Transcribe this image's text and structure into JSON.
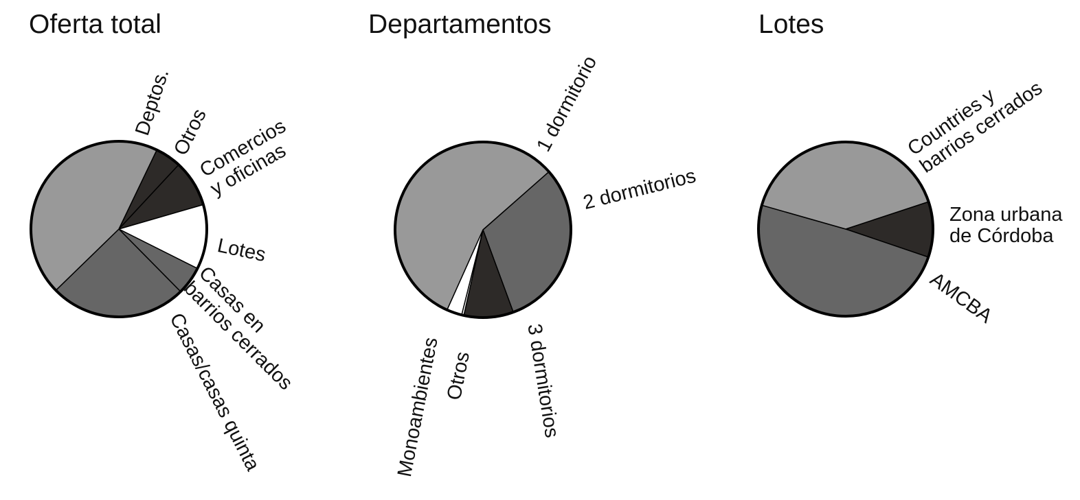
{
  "chart_data": [
    {
      "type": "pie",
      "title": "Oferta total",
      "slices": [
        {
          "label": "Otros",
          "value": 4.8,
          "color": "#2d2a28"
        },
        {
          "label": "Comercios\ny oficinas",
          "value": 8.6,
          "color": "#2d2a28"
        },
        {
          "label": "Lotes",
          "value": 11.9,
          "color": "#ffffff"
        },
        {
          "label": "Casas en\nbarrios cerrados",
          "value": 5.2,
          "color": "#666666"
        },
        {
          "label": "Casas/casas quinta",
          "value": 25.1,
          "color": "#666666"
        },
        {
          "label": "Deptos.",
          "value": 44.4,
          "color": "#999999"
        }
      ],
      "start_angle_deg": 25.6
    },
    {
      "type": "pie",
      "title": "Departamentos",
      "slices": [
        {
          "label": "2 dormitorios",
          "value": 30.9,
          "color": "#666666"
        },
        {
          "label": "3 dormitorios",
          "value": 9.1,
          "color": "#2d2a28"
        },
        {
          "label": "Otros",
          "value": 0.4,
          "color": "#ffffff"
        },
        {
          "label": "Monoambientes",
          "value": 2.8,
          "color": "#ffffff"
        },
        {
          "label": "1 dormitorio",
          "value": 56.8,
          "color": "#999999"
        }
      ],
      "start_angle_deg": 48.6
    },
    {
      "type": "pie",
      "title": "Lotes",
      "slices": [
        {
          "label": "Zona urbana\nde Córdoba",
          "value": 10.3,
          "color": "#2d2a28"
        },
        {
          "label": "AMCBA",
          "value": 49.2,
          "color": "#666666"
        },
        {
          "label": "Countries y\nbarrios cerrados",
          "value": 40.5,
          "color": "#999999"
        }
      ],
      "start_angle_deg": 71.7
    }
  ]
}
